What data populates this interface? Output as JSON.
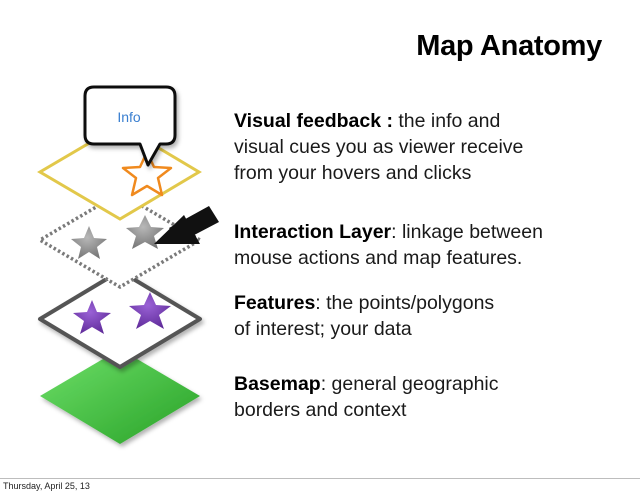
{
  "title": "Map Anatomy",
  "callout": {
    "label": "Info"
  },
  "layers": {
    "visual_feedback": {
      "term": "Visual feedback :",
      "line1": " the info and",
      "line2": "visual cues you as viewer receive",
      "line3": "from your hovers and clicks"
    },
    "interaction": {
      "term": "Interaction Layer",
      "line1": ": linkage between",
      "line2": "mouse actions and map features."
    },
    "features": {
      "term": "Features",
      "line1": ": the points/polygons",
      "line2": "of interest; your data"
    },
    "basemap": {
      "term": "Basemap",
      "line1": ": general geographic",
      "line2": "borders and context"
    }
  },
  "footer": {
    "date": "Thursday, April 25, 13"
  },
  "colors": {
    "feedback_outline": "#e2c84a",
    "highlight_star": "#f08a1e",
    "interaction_star": "#8f8f8f",
    "feature_star": "#7a3fb8",
    "features_outline": "#555555",
    "basemap_fill": "#3cb83a",
    "info_text": "#3a7fd0"
  }
}
